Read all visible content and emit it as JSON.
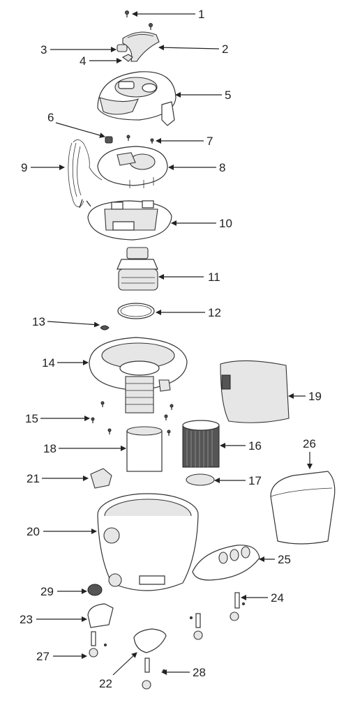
{
  "callouts": [
    "1",
    "2",
    "3",
    "4",
    "5",
    "6",
    "7",
    "8",
    "9",
    "10",
    "11",
    "12",
    "13",
    "14",
    "15",
    "16",
    "17",
    "18",
    "19",
    "20",
    "21",
    "22",
    "23",
    "24",
    "25",
    "26",
    "27",
    "28",
    "29"
  ]
}
